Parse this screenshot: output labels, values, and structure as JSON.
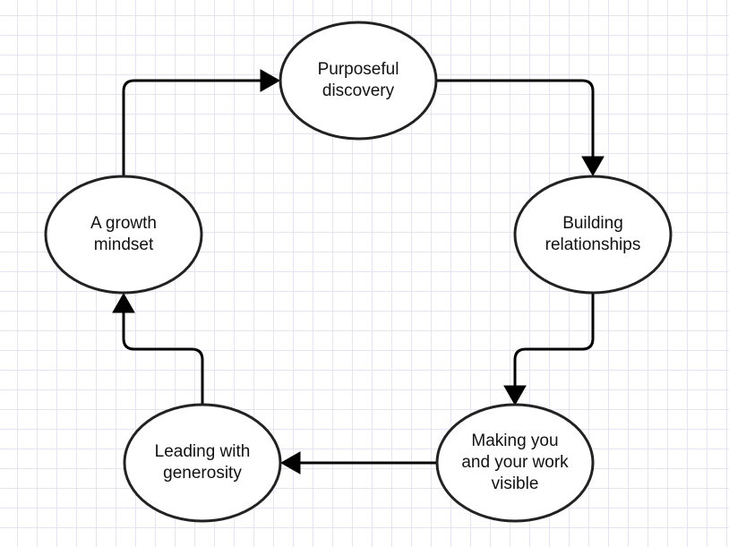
{
  "diagram": {
    "nodes": {
      "purposeful_discovery": "Purposeful\ndiscovery",
      "building_relationships": "Building\nrelationships",
      "making_work_visible": "Making you\nand your work\nvisible",
      "leading_with_generosity": "Leading with\ngenerosity",
      "growth_mindset": "A growth\nmindset"
    },
    "edges": [
      {
        "from": "purposeful_discovery",
        "to": "building_relationships"
      },
      {
        "from": "building_relationships",
        "to": "making_work_visible"
      },
      {
        "from": "making_work_visible",
        "to": "leading_with_generosity"
      },
      {
        "from": "leading_with_generosity",
        "to": "growth_mindset"
      },
      {
        "from": "growth_mindset",
        "to": "purposeful_discovery"
      }
    ]
  }
}
